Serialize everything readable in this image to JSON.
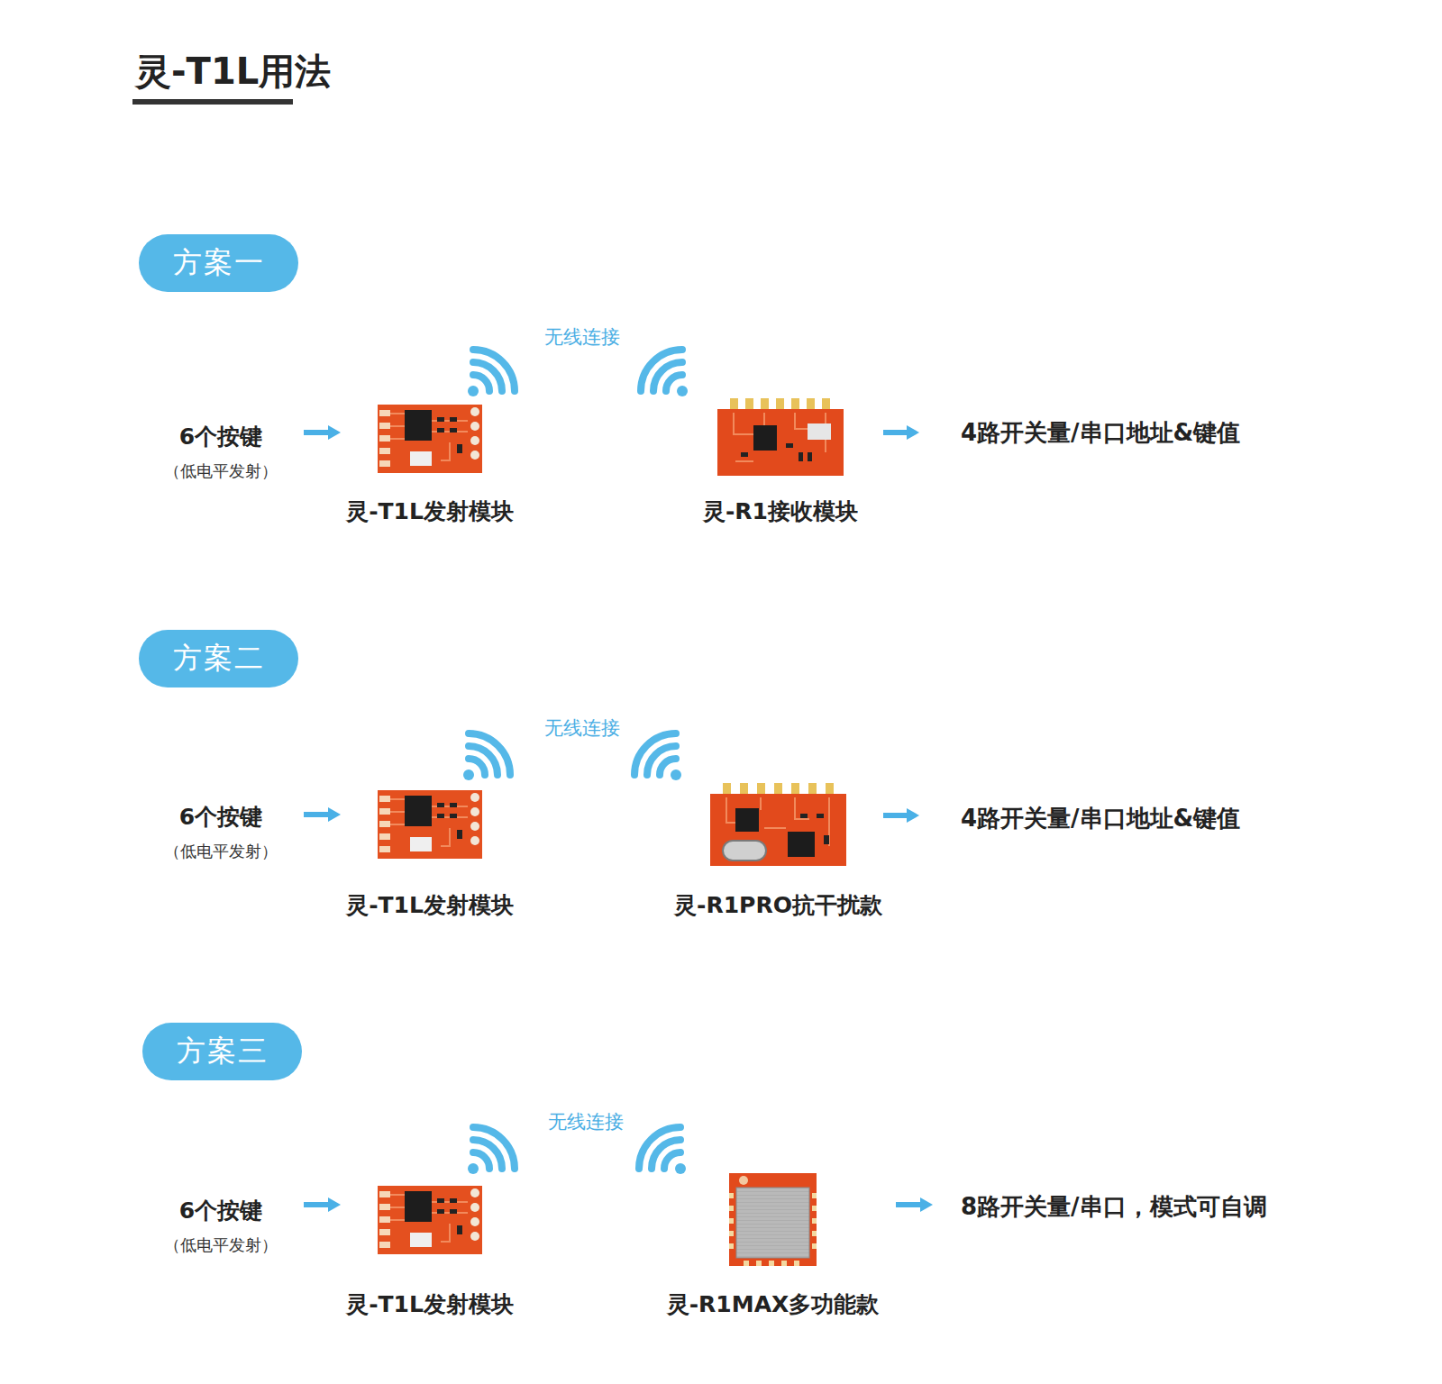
{
  "diagram": {
    "title": "灵-T1L用法",
    "nodes": [
      {
        "text": [
          "方案一"
        ]
      },
      {
        "text": [
          "6个按键",
          "（低电平发射）"
        ]
      },
      {
        "text": [
          "灵-T1L发射模块"
        ]
      },
      {
        "text": [
          "灵-R1接收模块"
        ]
      },
      {
        "text": [
          "4路开关量/串口地址&键值"
        ]
      },
      {
        "text": [
          "方案二"
        ]
      },
      {
        "text": [
          "6个按键",
          "（低电平发射）"
        ]
      },
      {
        "text": [
          "灵-T1L发射模块"
        ]
      },
      {
        "text": [
          "灵-R1PRO抗干扰款"
        ]
      },
      {
        "text": [
          "4路开关量/串口地址&键值"
        ]
      },
      {
        "text": [
          "方案三"
        ]
      },
      {
        "text": [
          "6个按键",
          "（低电平发射）"
        ]
      },
      {
        "text": [
          "灵-T1L发射模块"
        ]
      },
      {
        "text": [
          "灵-R1MAX多功能款"
        ]
      },
      {
        "text": [
          "8路开关量/串口，模式可自调"
        ]
      }
    ],
    "edges": [
      {
        "from": 1,
        "to": 2,
        "arrow": "to"
      },
      {
        "from": 3,
        "to": 4,
        "arrow": "to"
      },
      {
        "from": 6,
        "to": 7,
        "arrow": "to"
      },
      {
        "from": 8,
        "to": 9,
        "arrow": "to"
      },
      {
        "from": 11,
        "to": 12,
        "arrow": "to"
      },
      {
        "from": 13,
        "to": 14,
        "arrow": "to"
      }
    ],
    "labels": [
      "无线连接",
      "无线连接",
      "无线连接"
    ]
  }
}
